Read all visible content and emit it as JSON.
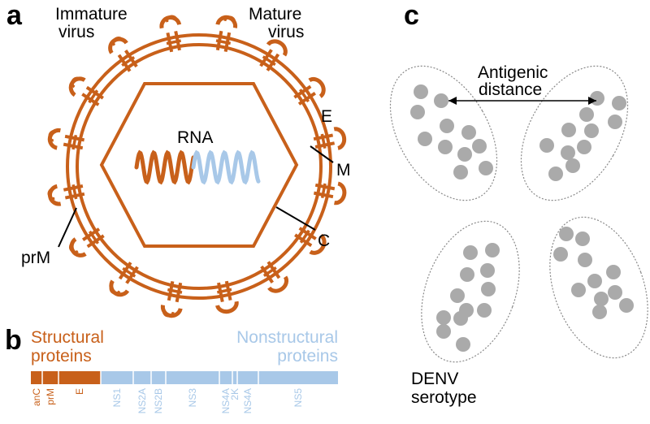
{
  "colors": {
    "structural": "#c8601a",
    "nonstructural": "#a8c8e8",
    "dot": "#aaaaaa",
    "ink": "#000000",
    "ellipse_border": "#888888"
  },
  "panel_a": {
    "letter": "a",
    "immature_label_line1": "Immature",
    "immature_label_line2": "virus",
    "mature_label_line1": "Mature",
    "mature_label_line2": "virus",
    "rna_label": "RNA",
    "label_E": "E",
    "label_M": "M",
    "label_C": "C",
    "label_prM": "prM"
  },
  "panel_b": {
    "letter": "b",
    "structural_line1": "Structural",
    "structural_line2": "proteins",
    "nonstructural_line1": "Nonstructural",
    "nonstructural_line2": "proteins",
    "genes": [
      {
        "name": "anC",
        "group": "structural"
      },
      {
        "name": "prM",
        "group": "structural"
      },
      {
        "name": "E",
        "group": "structural"
      },
      {
        "name": "NS1",
        "group": "nonstructural"
      },
      {
        "name": "NS2A",
        "group": "nonstructural"
      },
      {
        "name": "NS2B",
        "group": "nonstructural"
      },
      {
        "name": "NS3",
        "group": "nonstructural"
      },
      {
        "name": "NS4A",
        "group": "nonstructural"
      },
      {
        "name": "2K",
        "group": "nonstructural"
      },
      {
        "name": "NS4A",
        "group": "nonstructural"
      },
      {
        "name": "NS5",
        "group": "nonstructural"
      }
    ]
  },
  "panel_c": {
    "letter": "c",
    "antigenic_line1": "Antigenic",
    "antigenic_line2": "distance",
    "serotype_line1": "DENV",
    "serotype_line2": "serotype",
    "cluster_count": 4
  }
}
